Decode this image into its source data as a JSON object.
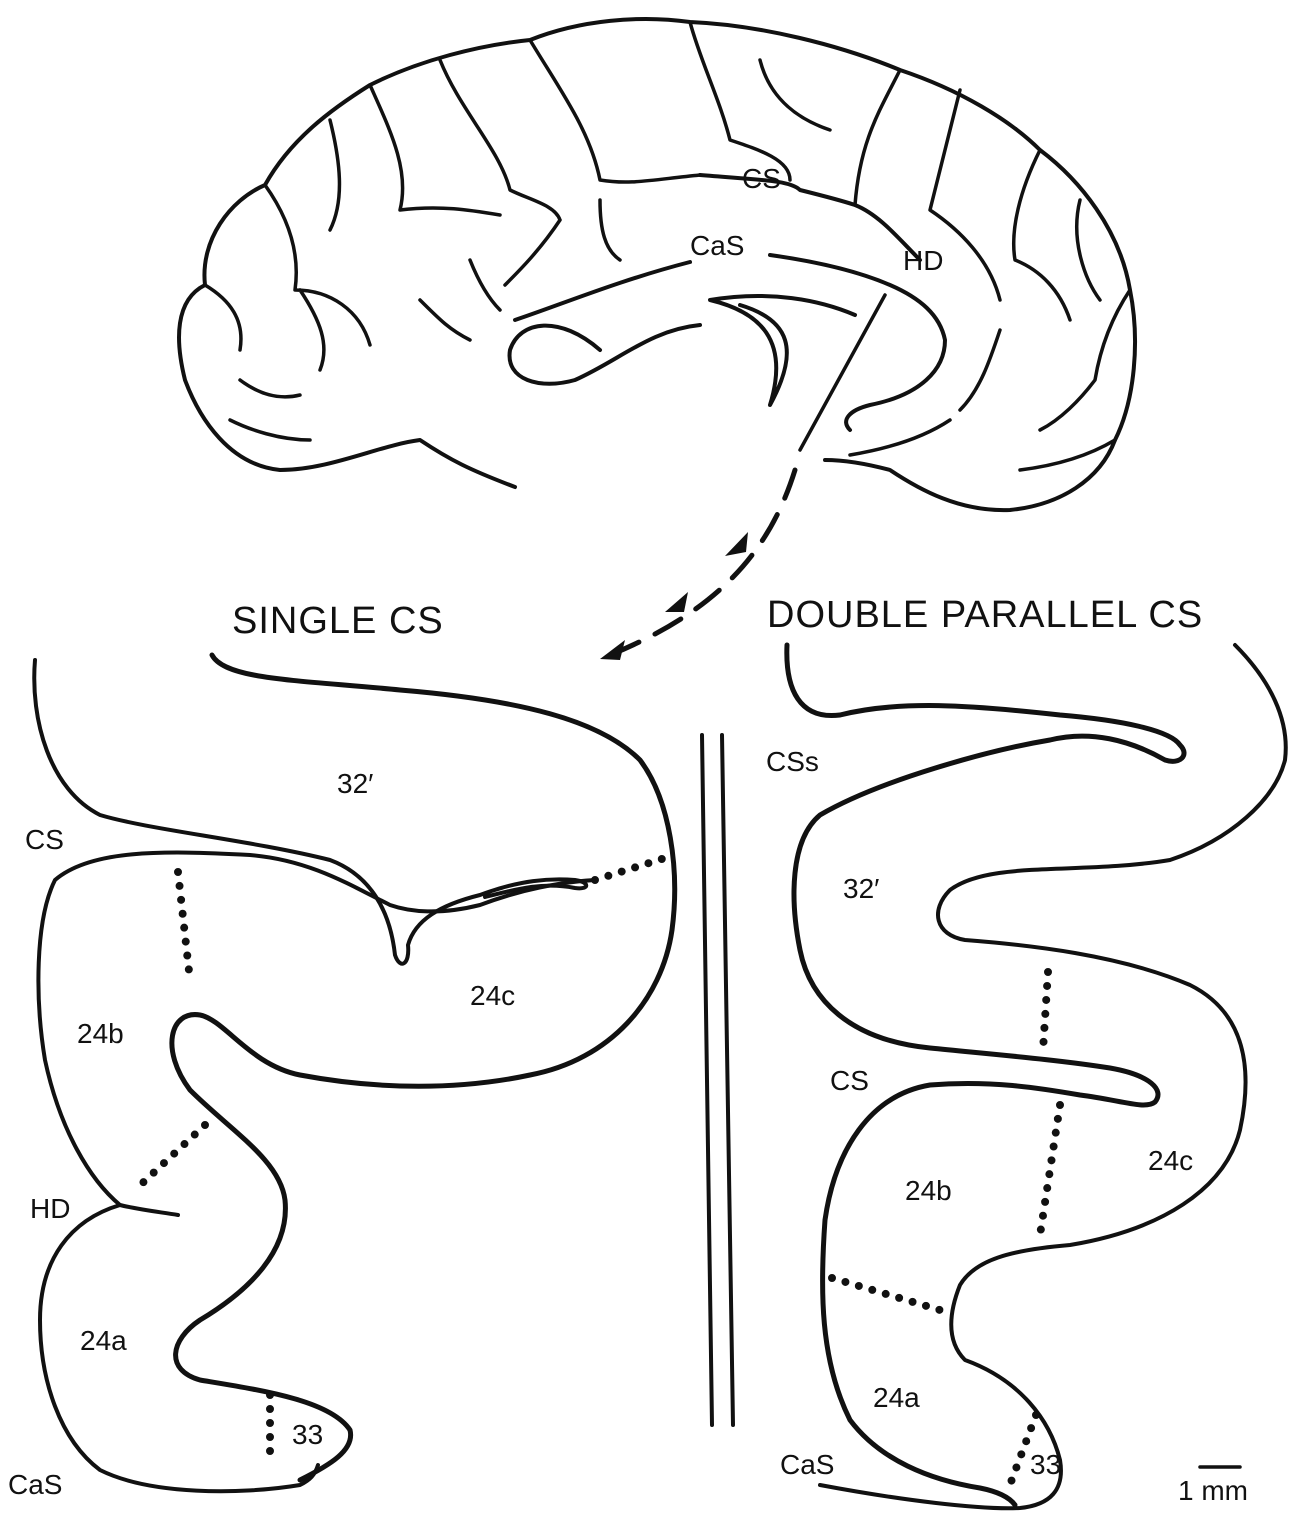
{
  "top_labels": {
    "cs": "CS",
    "cas": "CaS",
    "hd": "HD"
  },
  "left_panel": {
    "heading": "SINGLE CS",
    "labels": {
      "a32": "32′",
      "cs": "CS",
      "a24b": "24b",
      "a24c": "24c",
      "hd": "HD",
      "a24a": "24a",
      "a33": "33",
      "cas": "CaS"
    }
  },
  "right_panel": {
    "heading": "DOUBLE PARALLEL CS",
    "labels": {
      "css": "CSs",
      "a32": "32′",
      "cs": "CS",
      "a24b": "24b",
      "a24c": "24c",
      "a24a": "24a",
      "a33": "33",
      "cas": "CaS"
    }
  },
  "scale_bar": {
    "label": "1 mm"
  }
}
